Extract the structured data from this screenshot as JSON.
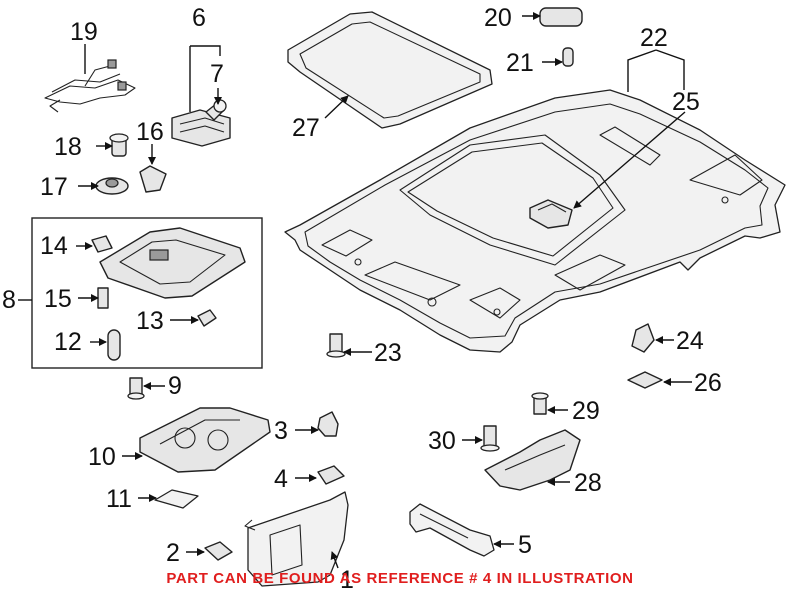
{
  "callouts": {
    "c1": "1",
    "c2": "2",
    "c3": "3",
    "c4": "4",
    "c5": "5",
    "c6": "6",
    "c7": "7",
    "c8": "8",
    "c9": "9",
    "c10": "10",
    "c11": "11",
    "c12": "12",
    "c13": "13",
    "c14": "14",
    "c15": "15",
    "c16": "16",
    "c17": "17",
    "c18": "18",
    "c19": "19",
    "c20": "20",
    "c21": "21",
    "c22": "22",
    "c23": "23",
    "c24": "24",
    "c25": "25",
    "c26": "26",
    "c27": "27",
    "c28": "28",
    "c29": "29",
    "c30": "30"
  },
  "note": "PART CAN BE FOUND AS REFERENCE # 4 IN ILLUSTRATION",
  "colors": {
    "note": "#e01e1e",
    "line": "#222222",
    "fill": "#e6e6e6"
  }
}
